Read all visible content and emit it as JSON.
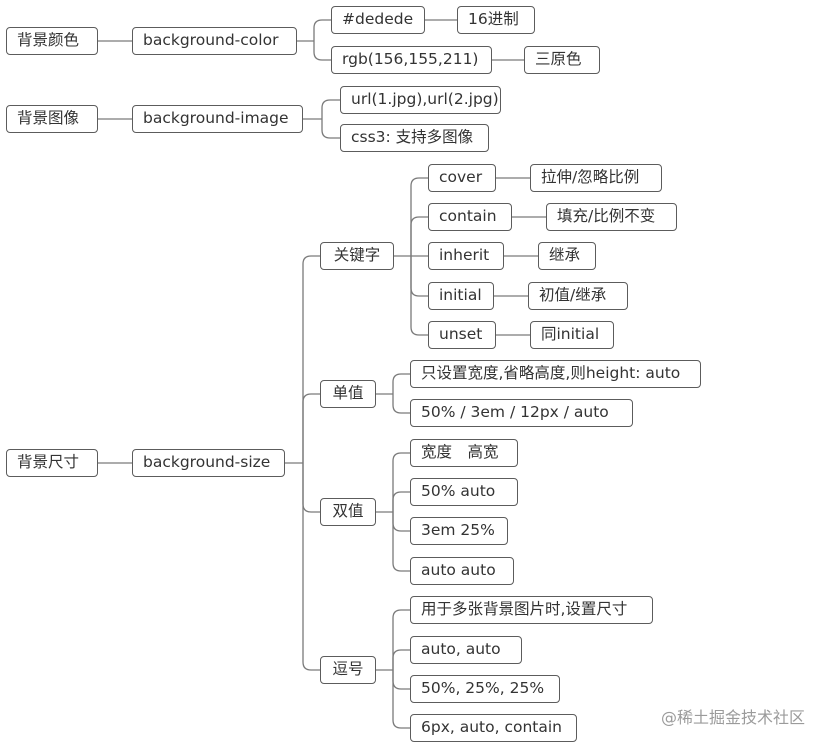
{
  "colors": {
    "line": "#7a7a7a",
    "border": "#5c5c5c",
    "text": "#333333",
    "watermark": "#9b9b9b"
  },
  "nodes": {
    "n1": "背景颜色",
    "n2": "background-color",
    "n3": "#dedede",
    "n4": "16进制",
    "n5": "rgb(156,155,211)",
    "n6": "三原色",
    "n7": "背景图像",
    "n8": "background-image",
    "n9": "url(1.jpg),url(2.jpg)",
    "n10": "css3: 支持多图像",
    "n11": "背景尺寸",
    "n12": "background-size",
    "n13": "关键字",
    "n14": "cover",
    "n15": "拉伸/忽略比例",
    "n16": "contain",
    "n17": "填充/比例不变",
    "n18": "inherit",
    "n19": "继承",
    "n20": "initial",
    "n21": "初值/继承",
    "n22": "unset",
    "n23": "同initial",
    "n24": "单值",
    "n25": "只设置宽度,省略高度,则height: auto",
    "n26": "50% / 3em / 12px / auto",
    "n27": "双值",
    "n28": "宽度　高宽",
    "n29": "50%  auto",
    "n30": "3em 25%",
    "n31": "auto auto",
    "n32": "逗号",
    "n33": "用于多张背景图片时,设置尺寸",
    "n34": " auto, auto",
    "n35": "50%, 25%, 25%",
    "n36": "6px, auto, contain"
  },
  "watermark": "@稀土掘金技术社区"
}
